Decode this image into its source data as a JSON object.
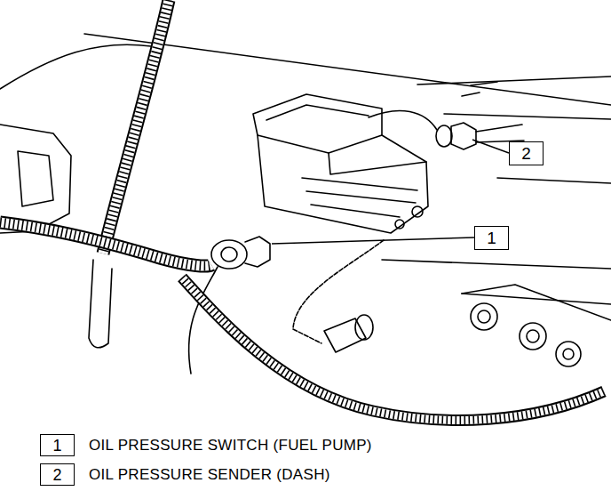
{
  "diagram": {
    "nodes": [
      {
        "text": [
          "2"
        ]
      },
      {
        "text": [
          "1"
        ]
      },
      {
        "text": [
          "1",
          "OIL PRESSURE SWITCH (FUEL PUMP)"
        ]
      },
      {
        "text": [
          "2",
          "OIL PRESSURE SENDER (DASH)"
        ]
      }
    ]
  }
}
